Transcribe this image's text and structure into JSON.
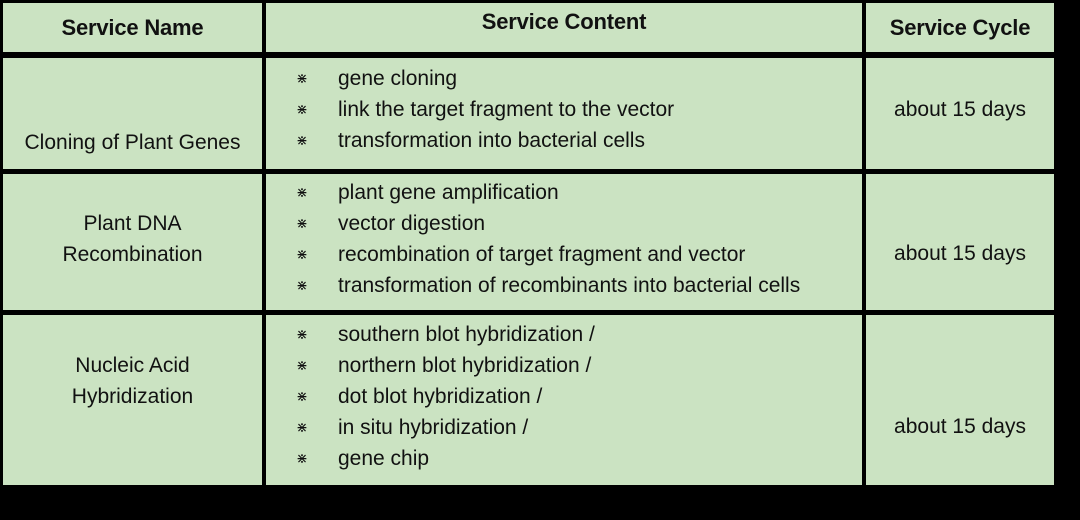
{
  "table": {
    "headers": {
      "name": "Service Name",
      "content": "Service Content",
      "cycle": "Service Cycle"
    },
    "bullet_symbol": "⋇",
    "rows": [
      {
        "name_lines": [
          "Cloning of Plant Genes"
        ],
        "content": [
          "gene cloning",
          "link the target fragment to the vector",
          "transformation into bacterial cells"
        ],
        "cycle": "about 15 days"
      },
      {
        "name_lines": [
          "Plant DNA",
          "Recombination"
        ],
        "content": [
          "plant gene amplification",
          "vector digestion",
          "recombination of target fragment and vector",
          "transformation of recombinants into bacterial cells"
        ],
        "cycle": "about 15 days"
      },
      {
        "name_lines": [
          "Nucleic Acid",
          "Hybridization"
        ],
        "content": [
          "southern blot hybridization /",
          "northern blot hybridization /",
          "dot blot hybridization /",
          "in situ hybridization /",
          "gene chip"
        ],
        "cycle": "about 15 days"
      }
    ],
    "colors": {
      "cell": "#cbe3c2",
      "grid": "#ffffff",
      "background": "#000000"
    }
  }
}
